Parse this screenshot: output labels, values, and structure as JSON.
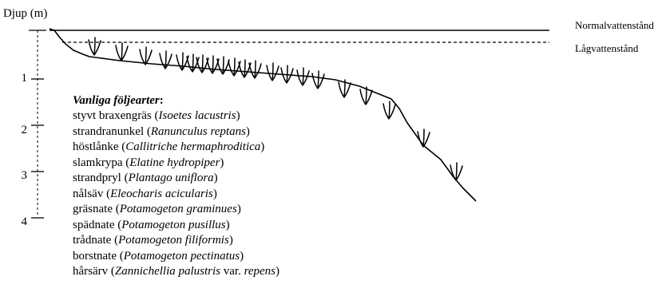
{
  "axis": {
    "title": "Djup (m)",
    "ticks": [
      "1",
      "2",
      "3",
      "4"
    ]
  },
  "water_levels": {
    "normal": "Normalvattenstånd",
    "low": "Lågvattenstånd"
  },
  "species": {
    "heading": "Vanliga följearter",
    "heading_suffix": ":",
    "items": [
      {
        "common": "styvt braxengräs",
        "scientific": "Isoetes lacustris",
        "suffix": ""
      },
      {
        "common": "strandranunkel",
        "scientific": "Ranunculus reptans",
        "suffix": ""
      },
      {
        "common": "höstlånke",
        "scientific": "Callitriche hermaphroditica",
        "suffix": ""
      },
      {
        "common": "slamkrypa",
        "scientific": "Elatine hydropiper",
        "suffix": ""
      },
      {
        "common": "strandpryl",
        "scientific": "Plantago uniflora",
        "suffix": ""
      },
      {
        "common": "nålsäv",
        "scientific": "Eleocharis acicularis",
        "suffix": ""
      },
      {
        "common": "gräsnate",
        "scientific": "Potamogeton graminues",
        "suffix": ""
      },
      {
        "common": "spädnate",
        "scientific": "Potamogeton pusillus",
        "suffix": ""
      },
      {
        "common": "trådnate",
        "scientific": "Potamogeton filiformis",
        "suffix": ""
      },
      {
        "common": "borstnate",
        "scientific": "Potamogeton pectinatus",
        "suffix": ""
      },
      {
        "common": "hårsärv",
        "scientific": "Zannichellia palustris",
        "suffix": " var. repens"
      }
    ]
  },
  "colors": {
    "line": "#000000",
    "background": "#ffffff"
  }
}
